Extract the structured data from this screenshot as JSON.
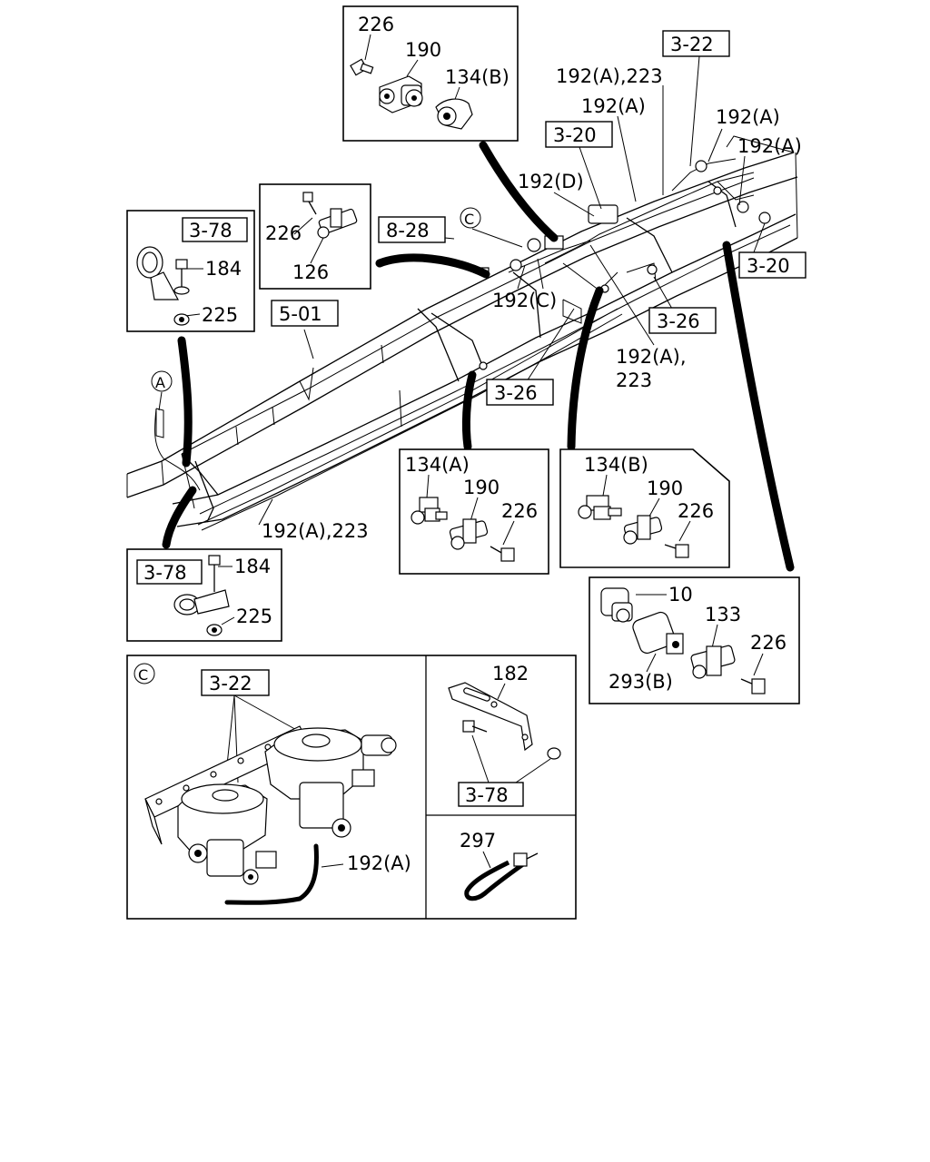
{
  "figure": {
    "refs": {
      "r_3_22_top": "3-22",
      "r_3_20_top": "3-20",
      "r_3_20_right": "3-20",
      "r_3_26_a": "3-26",
      "r_3_26_b": "3-26",
      "r_8_28": "8-28",
      "r_5_01": "5-01",
      "r_3_78_a": "3-78",
      "r_3_78_b": "3-78",
      "r_3_22_c": "3-22",
      "r_3_78_c": "3-78"
    },
    "callouts": {
      "top_box": {
        "c226": "226",
        "c190": "190",
        "c134b": "134(B)"
      },
      "mid_box": {
        "c226": "226",
        "c126": "126"
      },
      "clamp_box_a": {
        "c184": "184",
        "c225": "225"
      },
      "clamp_box_b": {
        "c184": "184",
        "c225": "225"
      },
      "box_134a": {
        "c134a": "134(A)",
        "c190": "190",
        "c226": "226"
      },
      "box_134b": {
        "c134b": "134(B)",
        "c190": "190",
        "c226": "226"
      },
      "box_10": {
        "c10": "10",
        "c133": "133",
        "c226": "226",
        "c293b": "293(B)"
      },
      "detail_c": {
        "c192a": "192(A)"
      },
      "bracket_box": {
        "c182": "182"
      },
      "tie_box": {
        "c297": "297"
      }
    },
    "frame_labels": {
      "l_192a_223_top": "192(A),223",
      "l_192a_1": "192(A)",
      "l_192a_2": "192(A)",
      "l_192a_3": "192(A)",
      "l_192d": "192(D)",
      "l_192c": "192(C)",
      "l_192a_223_mid_1": "192(A),",
      "l_192a_223_mid_2": "223",
      "l_192a_223_low": "192(A),223"
    },
    "markers": {
      "a_frame": "A",
      "c_frame": "C",
      "c_detail": "C"
    }
  }
}
